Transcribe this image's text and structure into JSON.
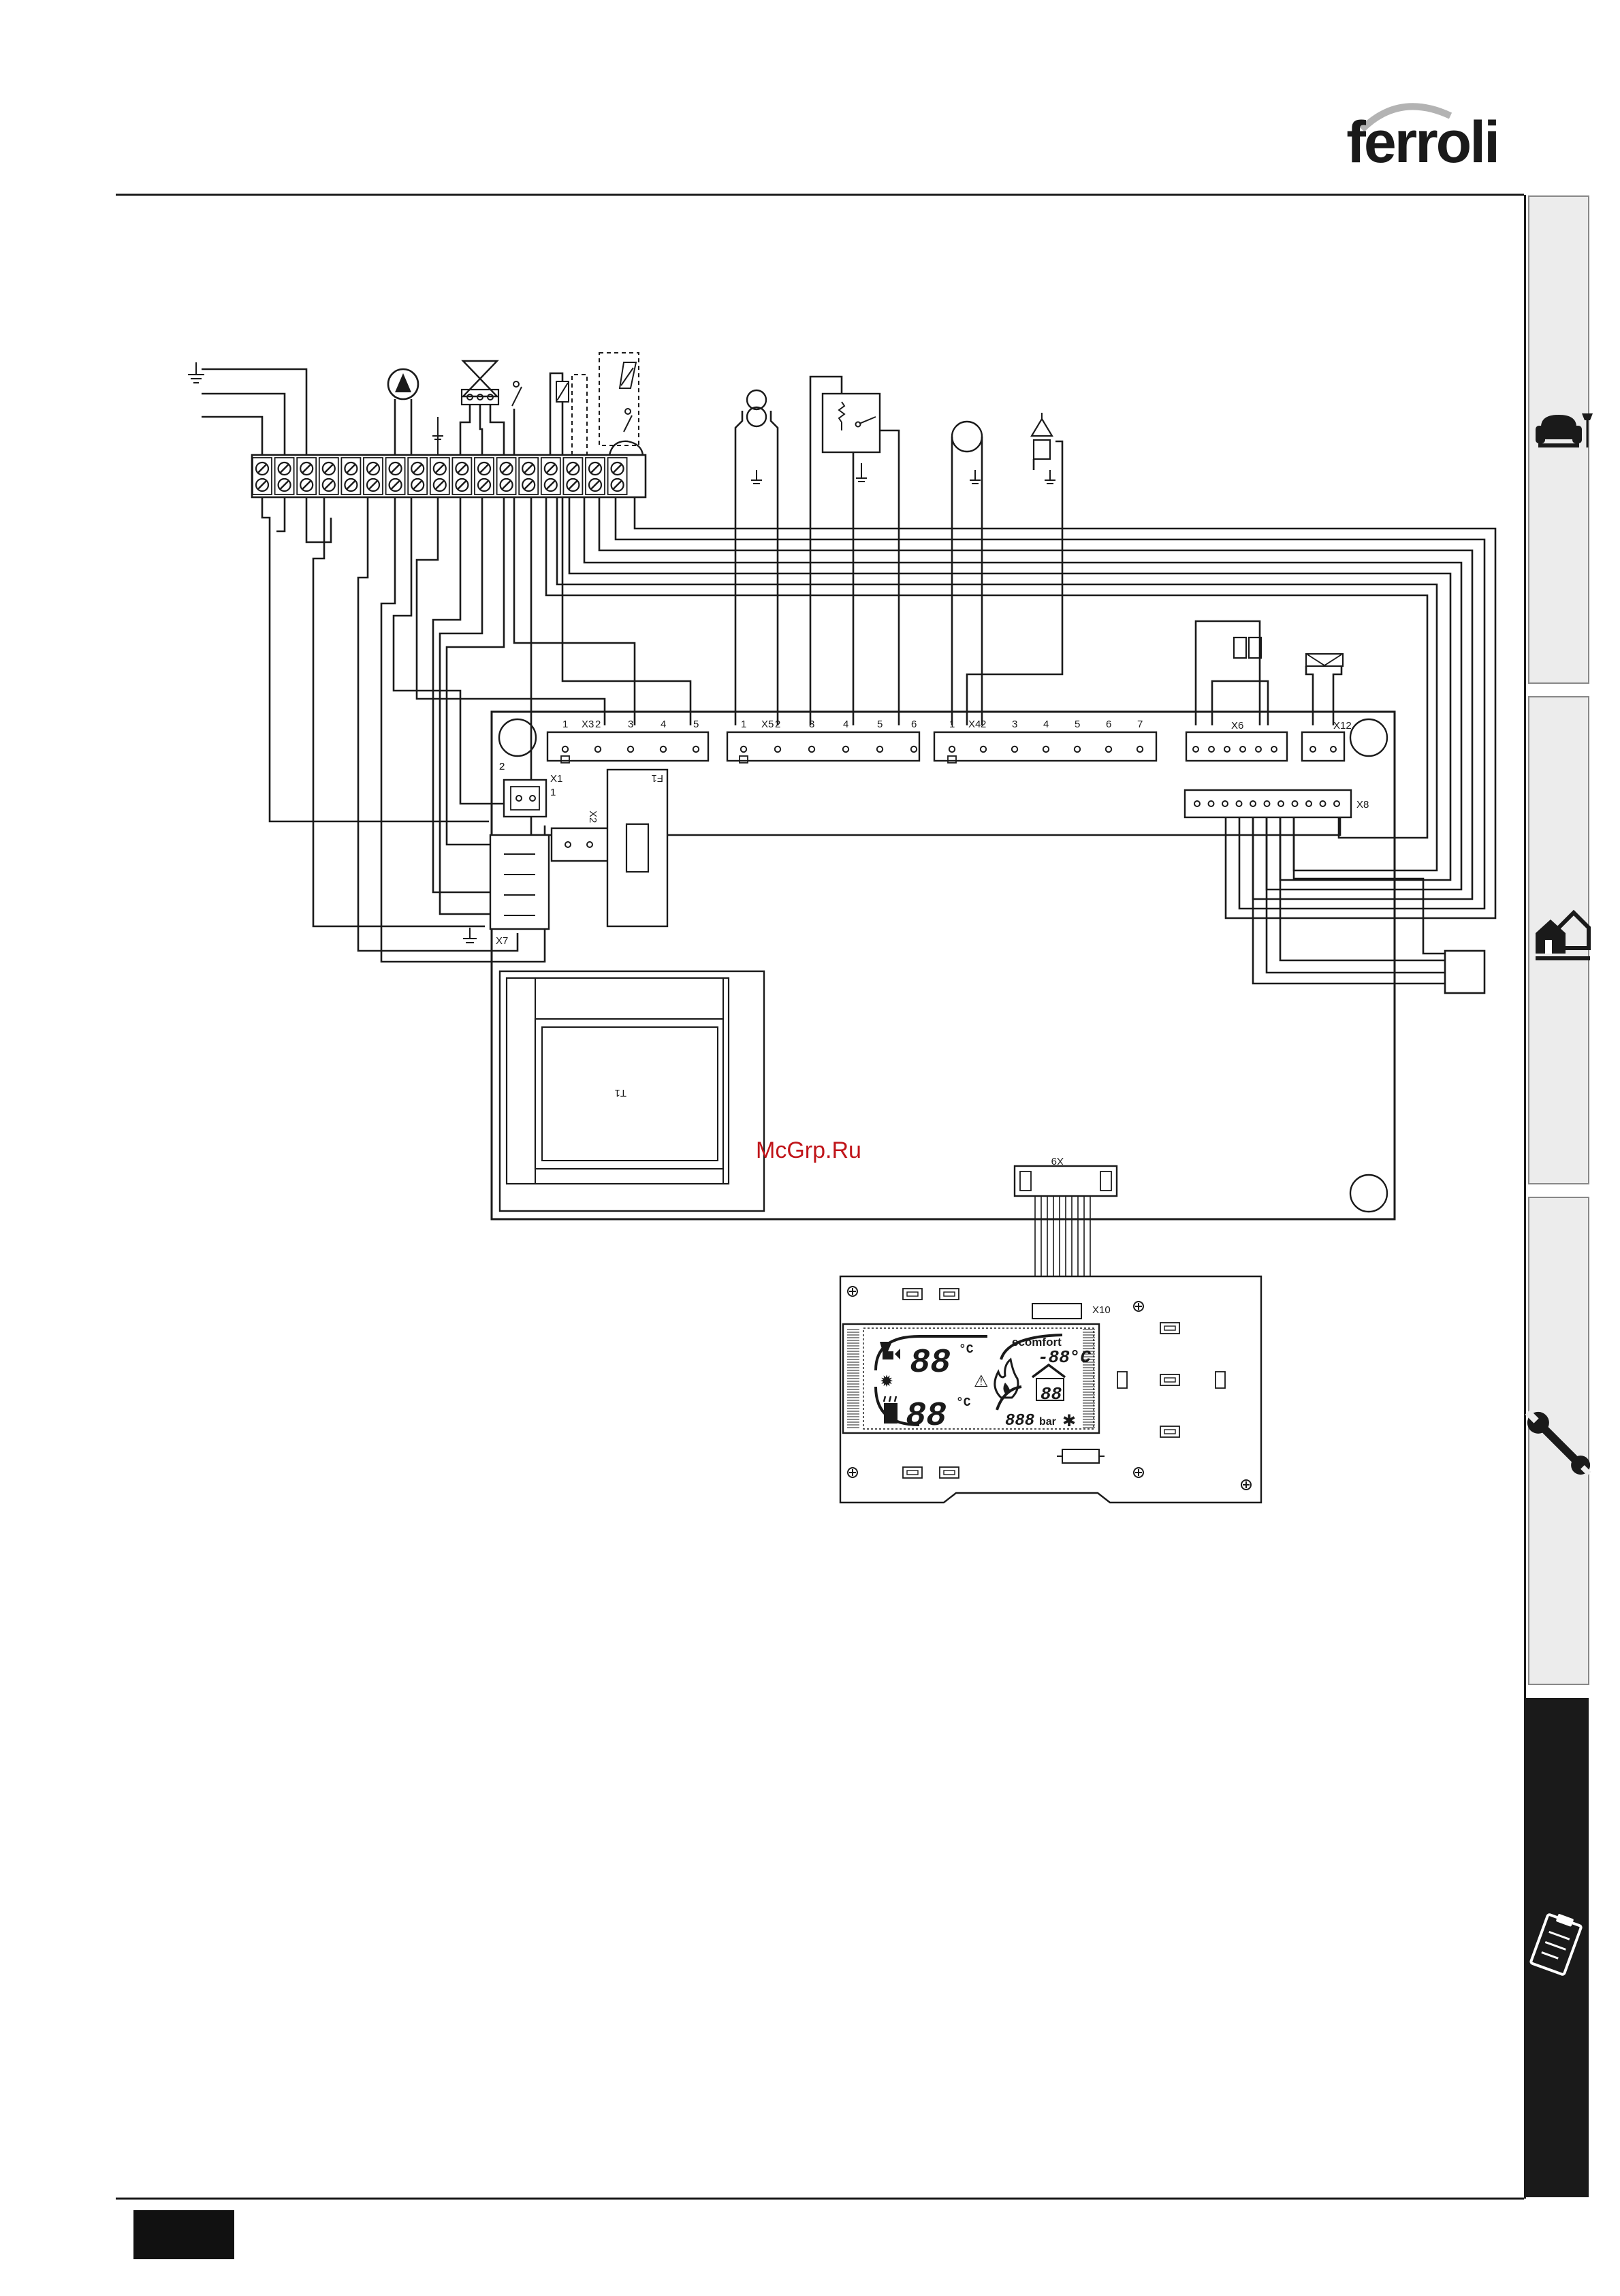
{
  "brand": {
    "logo_text": "ferroli"
  },
  "watermark": "McGrp.Ru",
  "side_tabs": [
    {
      "id": "user",
      "icon": "armchair-icon",
      "active": false
    },
    {
      "id": "installer",
      "icon": "houses-icon",
      "active": false
    },
    {
      "id": "service",
      "icon": "wrench-icon",
      "active": false
    },
    {
      "id": "technical-data",
      "icon": "clipboard-icon",
      "active": true
    }
  ],
  "board": {
    "connectors": {
      "x3": {
        "name": "X3",
        "pins": [
          "1",
          "2",
          "3",
          "4",
          "5"
        ]
      },
      "x5": {
        "name": "X5",
        "pins": [
          "1",
          "2",
          "3",
          "4",
          "5",
          "6"
        ]
      },
      "x4": {
        "name": "X4",
        "pins": [
          "1",
          "2",
          "3",
          "4",
          "5",
          "6",
          "7"
        ]
      },
      "x6": {
        "name": "X6"
      },
      "x12": {
        "name": "X12"
      },
      "x8": {
        "name": "X8"
      },
      "x1": {
        "name": "X1",
        "pin_top": "2",
        "pin_bottom": "1"
      },
      "x2": {
        "name": "X2"
      },
      "x7": {
        "name": "X7"
      },
      "x9": {
        "name": "X9"
      },
      "f1": {
        "name": "F1"
      },
      "t1": {
        "name": "T1"
      },
      "x10": {
        "name": "X10"
      }
    },
    "fuse_label": "2"
  },
  "display": {
    "brand": "ecomfort",
    "heating_temp": "88",
    "dhw_temp": "88",
    "unit": "°C",
    "outdoor_temp": "-88°C",
    "room_digits": "88",
    "pressure_digits": "888",
    "pressure_unit": "bar"
  }
}
